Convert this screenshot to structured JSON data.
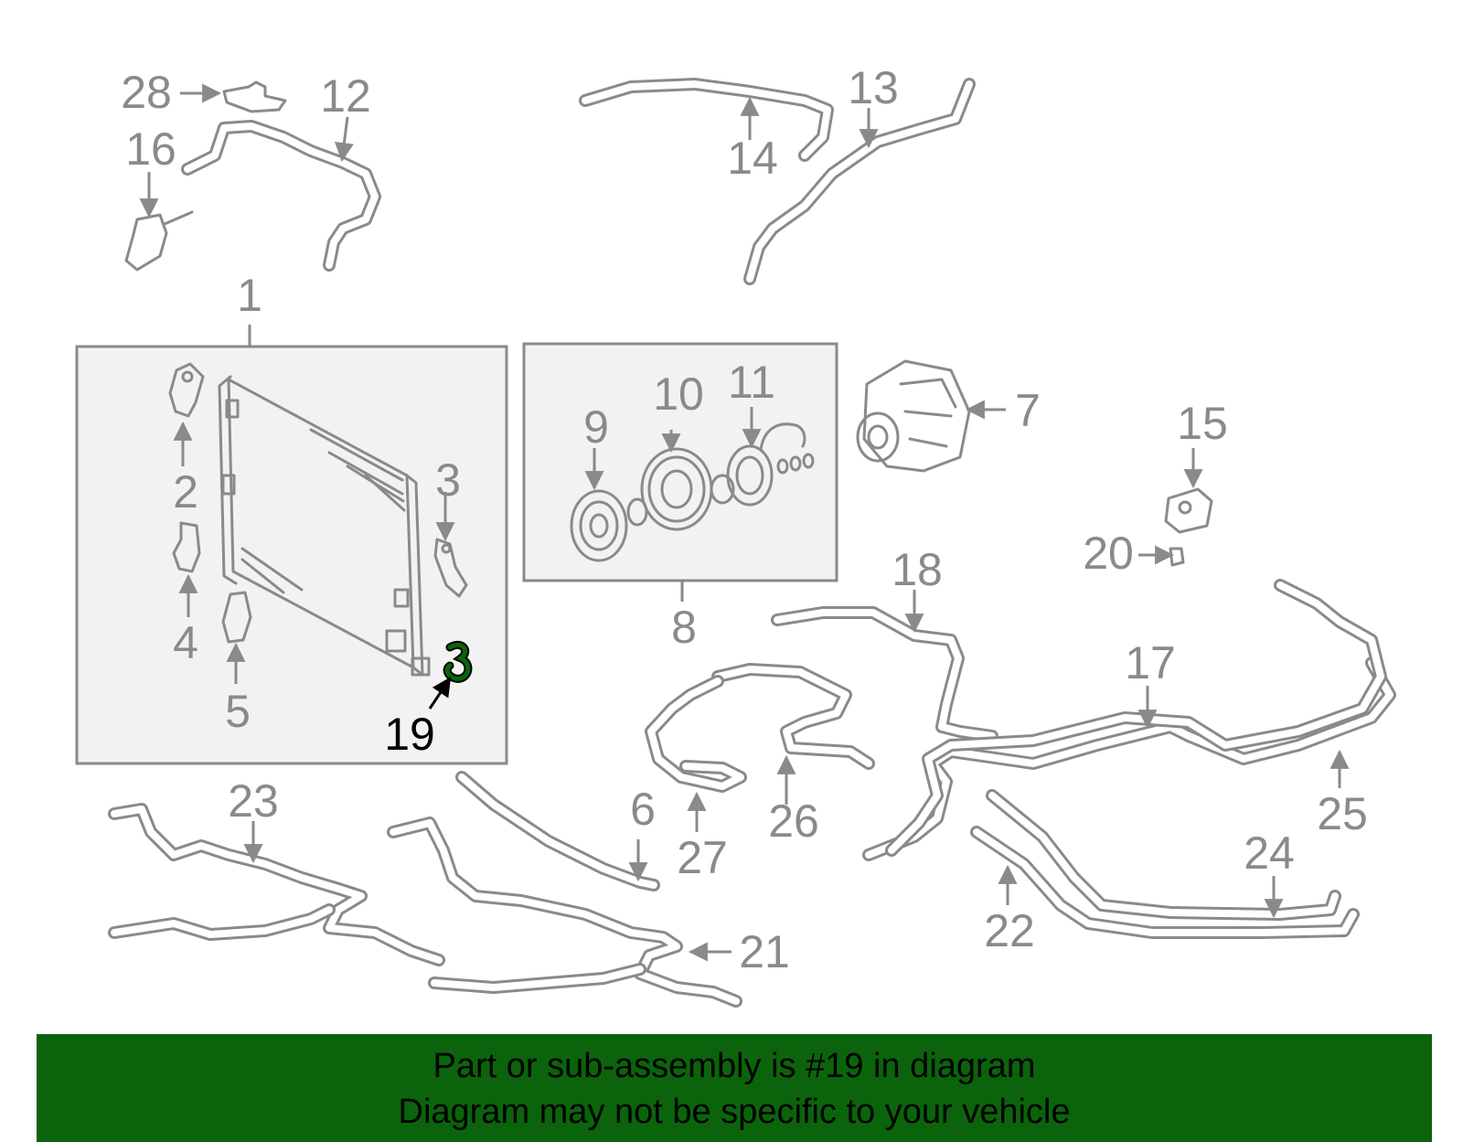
{
  "labels": {
    "n1": "1",
    "n2": "2",
    "n3": "3",
    "n4": "4",
    "n5": "5",
    "n6": "6",
    "n7": "7",
    "n8": "8",
    "n9": "9",
    "n10": "10",
    "n11": "11",
    "n12": "12",
    "n13": "13",
    "n14": "14",
    "n15": "15",
    "n16": "16",
    "n17": "17",
    "n18": "18",
    "n19": "19",
    "n20": "20",
    "n21": "21",
    "n22": "22",
    "n23": "23",
    "n24": "24",
    "n25": "25",
    "n26": "26",
    "n27": "27",
    "n28": "28"
  },
  "highlight": {
    "part": "19",
    "color": "#0b640b"
  },
  "banner": {
    "line1": "Part or sub-assembly is #19 in diagram",
    "line2": "Diagram may not be specific to your vehicle",
    "background": "#0b640b"
  }
}
